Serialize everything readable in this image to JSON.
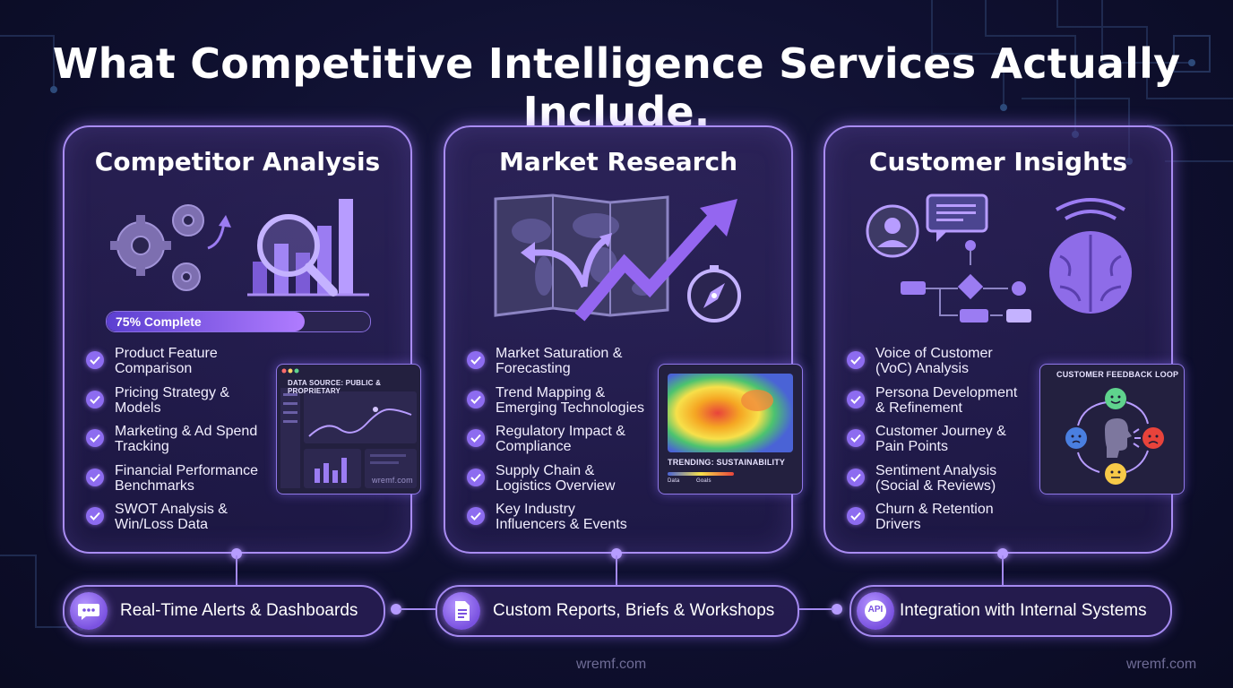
{
  "title": "What Competitive Intelligence Services Actually Include.",
  "panels": [
    {
      "title": "Competitor Analysis",
      "progress": {
        "label": "75% Complete",
        "value": 0.75
      },
      "items": [
        "Product Feature Comparison",
        "Pricing Strategy & Models",
        "Marketing & Ad Spend Tracking",
        "Financial Performance Benchmarks",
        "SWOT Analysis & Win/Loss Data"
      ],
      "widget": {
        "caption": "DATA SOURCE: PUBLIC & PROPRIETARY",
        "footer": "wremf.com"
      }
    },
    {
      "title": "Market Research",
      "items": [
        "Market Saturation & Forecasting",
        "Trend Mapping & Emerging Technologies",
        "Regulatory Impact & Compliance",
        "Supply Chain & Logistics Overview",
        "Key Industry Influencers & Events"
      ],
      "widget": {
        "caption": "TRENDING: SUSTAINABILITY",
        "legend_left": "Data",
        "legend_right": "Goals"
      }
    },
    {
      "title": "Customer Insights",
      "items": [
        "Voice of Customer (VoC) Analysis",
        "Persona Development & Refinement",
        "Customer Journey & Pain Points",
        "Sentiment Analysis (Social & Reviews)",
        "Churn & Retention Drivers"
      ],
      "widget": {
        "caption": "CUSTOMER FEEDBACK LOOP"
      }
    }
  ],
  "bottom": [
    {
      "label": "Real-Time Alerts & Dashboards",
      "icon": "chat-bubble-icon"
    },
    {
      "label": "Custom Reports, Briefs & Workshops",
      "icon": "document-icon"
    },
    {
      "label": "Integration with Internal Systems",
      "icon": "api-icon",
      "icon_text": "API"
    }
  ],
  "watermarks": [
    "wremf.com",
    "wremf.com"
  ],
  "colors": {
    "accent": "#a98cf3",
    "background": "#0f1030",
    "check": "#8d6cf0"
  }
}
